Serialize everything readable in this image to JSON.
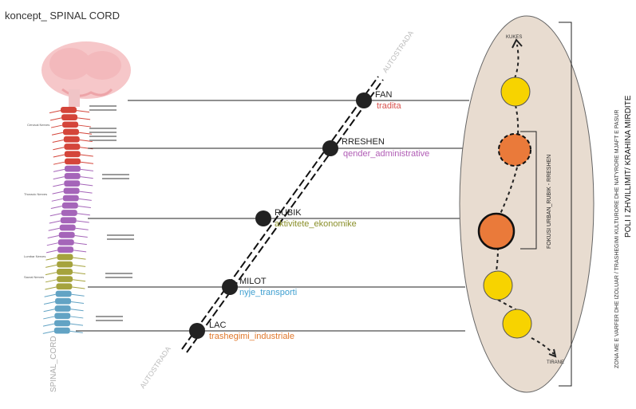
{
  "title": "koncept_ SPINAL CORD",
  "spine_label": "SPINAL_CORD",
  "autostrada_label_top": "AUTOSTRADA",
  "autostrada_label_bottom": "AUTOSTRADA",
  "stations": [
    {
      "name": "FAN",
      "subtitle": "tradita",
      "color": "#d9534f"
    },
    {
      "name": "RRESHEN",
      "subtitle": "qender_administrative",
      "color": "#b05cb5"
    },
    {
      "name": "RUBIK",
      "subtitle": "aktivitete_ekonomike",
      "color": "#8a8f2a"
    },
    {
      "name": "MILOT",
      "subtitle": "nyje_transporti",
      "color": "#3f9fd0"
    },
    {
      "name": "LAC",
      "subtitle": "trashegimi_industriale",
      "color": "#e0782c"
    }
  ],
  "ellipse": {
    "top_label": "KUKES",
    "bottom_label": "TIRANE",
    "fokus_label": "FOKUSI URBAN_RUBIK - RRESHEN",
    "fill": "#e8dcd0",
    "node_yellow": "#f7d300",
    "node_orange": "#ea7a3a"
  },
  "side_text_1": "ZONA ME E VARFER DHE IZOLUAR / TRASHEGIMI KULTURORE DHE NATYRORE MJAFT E PASUR",
  "side_text_2": "POLI I ZHVILLIMIT/ KRAHINA MIRDITE",
  "spine_annotations": [
    "Cervical Nerves",
    "Thoracic Nerves",
    "Lumbar Nerves",
    "Sacral Nerves"
  ]
}
